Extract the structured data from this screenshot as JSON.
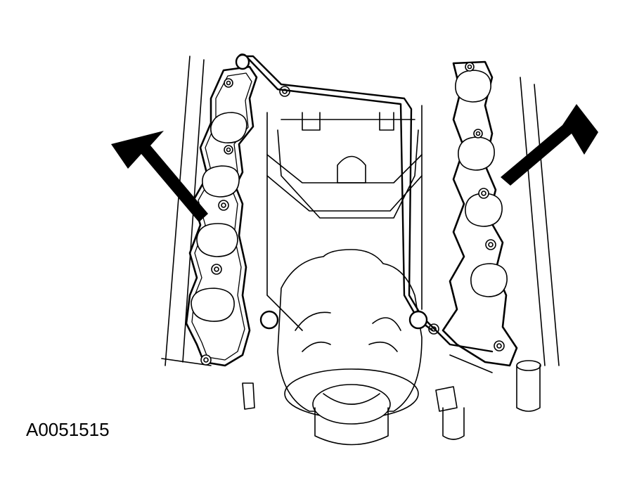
{
  "figure": {
    "id_label": "A0051515",
    "subject": "intake manifold gaskets on engine block",
    "callouts": [
      {
        "name": "left-arrow",
        "points_to": "left intake manifold gasket"
      },
      {
        "name": "right-arrow",
        "points_to": "right intake manifold gasket"
      }
    ],
    "colors": {
      "line": "#000000",
      "background": "#ffffff"
    }
  }
}
